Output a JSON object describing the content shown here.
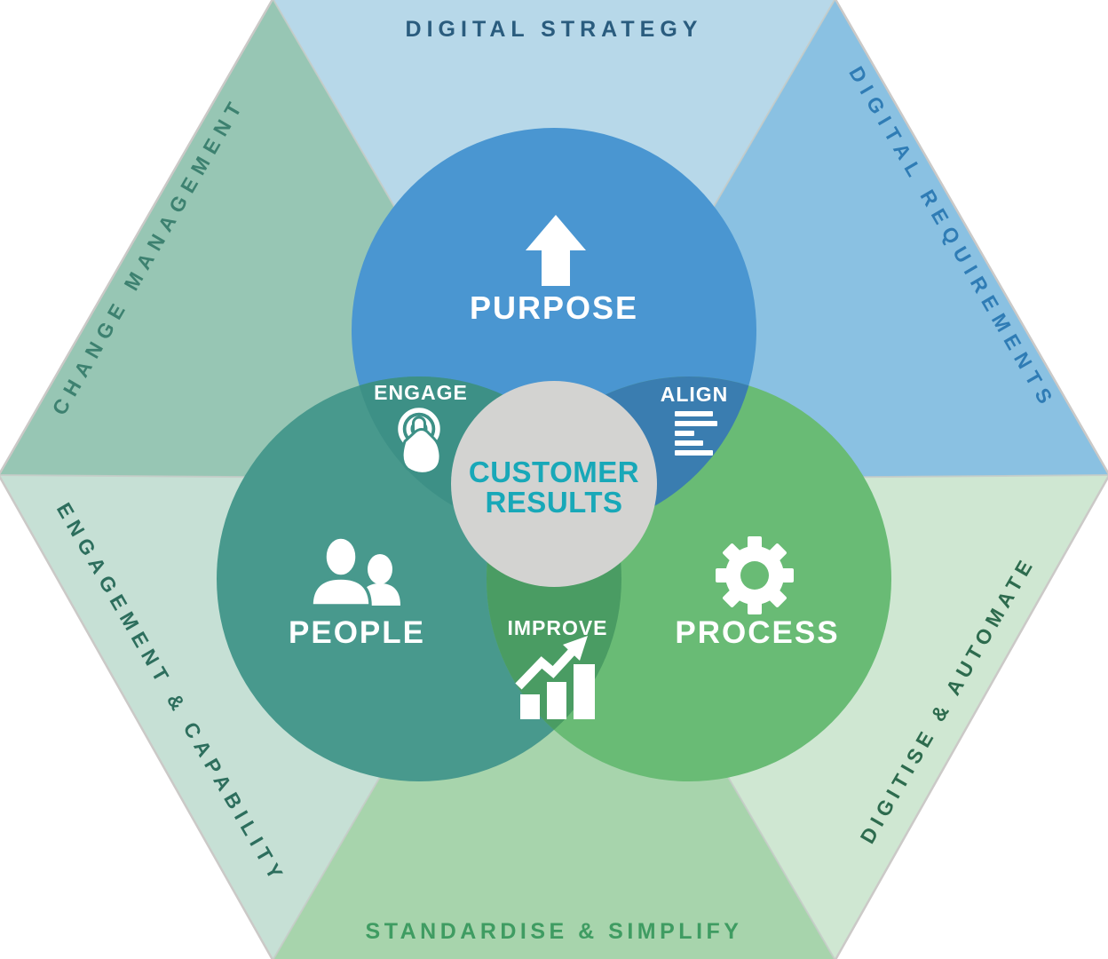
{
  "diagram": {
    "title_hint": "digital transformation venn hexagon",
    "outer_labels": {
      "top": "DIGITAL STRATEGY",
      "top_right": "DIGITAL REQUIREMENTS",
      "bottom_right": "DIGITISE & AUTOMATE",
      "bottom": "STANDARDISE & SIMPLIFY",
      "bottom_left": "ENGAGEMENT & CAPABILITY",
      "top_left": "CHANGE MANAGEMENT"
    },
    "circles": {
      "purpose": "PURPOSE",
      "people": "PEOPLE",
      "process": "PROCESS"
    },
    "overlaps": {
      "engage": "ENGAGE",
      "align": "ALIGN",
      "improve": "IMPROVE"
    },
    "center": {
      "line1": "CUSTOMER",
      "line2": "RESULTS"
    },
    "icons": {
      "purpose": "arrow-up-icon",
      "people": "people-icon",
      "process": "gear-icon",
      "engage": "tap-icon",
      "align": "align-lines-icon",
      "improve": "growth-chart-icon"
    },
    "colors": {
      "purpose_circle": "#4A96D1",
      "people_circle": "#48998D",
      "process_circle": "#69BB75",
      "engage_overlap": "#3D9086",
      "align_overlap": "#3A7DB0",
      "improve_overlap": "#4A9C63",
      "center_circle": "#D3D3D1",
      "center_text": "#18A8B8",
      "sector_top": "#B7D8E9",
      "sector_top_right": "#8AC1E2",
      "sector_bottom_right": "#CFE7D2",
      "sector_bottom": "#A7D4AC",
      "sector_bottom_left": "#C6E0D5",
      "sector_top_left": "#97C6B4",
      "label_top": "#2A5C7E",
      "label_top_right": "#2F7CB5",
      "label_bottom_right": "#2D6B4E",
      "label_bottom": "#3F9C62",
      "label_bottom_left": "#2D6E5D",
      "label_top_left": "#3D8170",
      "hexagon_border": "#CBC9C7",
      "icon_white": "#FFFFFF"
    }
  }
}
